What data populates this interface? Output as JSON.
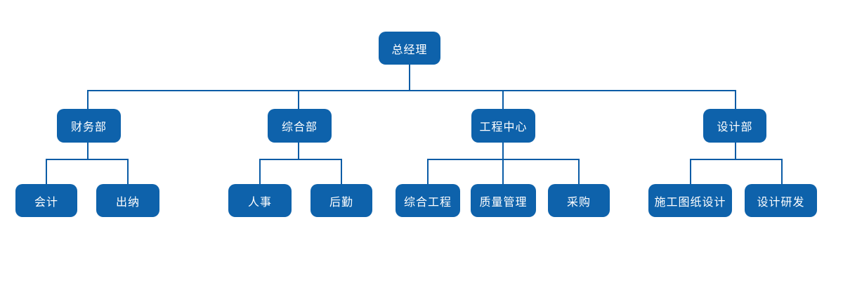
{
  "colors": {
    "node_blue": "#0E62AB",
    "line_blue": "#0B5CA6",
    "node_text": "#FFFFFF",
    "background": "#FFFFFF"
  },
  "tree": {
    "label": "总经理",
    "children": [
      {
        "label": "财务部",
        "children": [
          {
            "label": "会计"
          },
          {
            "label": "出纳"
          }
        ]
      },
      {
        "label": "综合部",
        "children": [
          {
            "label": "人事"
          },
          {
            "label": "后勤"
          }
        ]
      },
      {
        "label": "工程中心",
        "children": [
          {
            "label": "综合工程"
          },
          {
            "label": "质量管理"
          },
          {
            "label": "采购"
          }
        ]
      },
      {
        "label": "设计部",
        "children": [
          {
            "label": "施工图纸设计"
          },
          {
            "label": "设计研发"
          }
        ]
      }
    ]
  }
}
